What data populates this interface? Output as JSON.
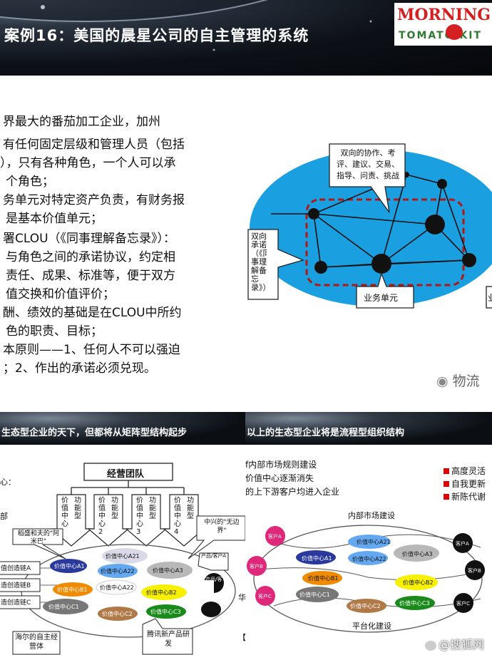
{
  "banner": {
    "title": "案例16：美国的晨星公司的自主管理的系统",
    "logo_top": "MORNING S",
    "logo_bottom": "TOMATO KIT"
  },
  "body_lines": [
    "界最大的番茄加工企业，加州",
    "有任何固定层级和管理人员（包括",
    "），只有各种角色，一个人可以承",
    "个角色；",
    "务单元对特定资产负责，有财务报",
    "是基本价值单元；",
    "署CLOU（《同事理解备忘录》）：",
    "与角色之间的承诺协议，约定相",
    "责任、成果、标准等，便于双方",
    "值交换和价值评价；",
    "酬、绩效的基础是在CLOU中所约",
    "色的职责、目标；",
    "本原则——1、任何人不可以强迫",
    "；2、作出的承诺必须兑现。"
  ],
  "top_diagram": {
    "callout_top": "双向的协作、考评、建议、交易、指导、问责、挑战",
    "callout_left": "双向承诺（《同事理解备忘录》）",
    "callout_bottom": "业务单元",
    "callout_right": "业"
  },
  "watermark_top": "物流",
  "watermark_bottom": "@搜狐网",
  "left_panel": {
    "title": "生态型企业的天下，但都将从矩阵型结构起步",
    "team": "经营团队",
    "columns": [
      {
        "a": "价值中心",
        "b": "功能型"
      },
      {
        "a": "价值中心2",
        "b": "功能型"
      },
      {
        "a": "价值中心3",
        "b": "功能型"
      },
      {
        "a": "价值中心4",
        "b": "功能型"
      }
    ],
    "side_top": [
      "心：",
      "",
      "部"
    ],
    "callout_alibaba": "稻盛和夫的\"阿米巴\"",
    "callout_zte": "中兴的\"无边界\"",
    "chains": [
      "值创造链A",
      "造创造链B",
      "造创造链C"
    ],
    "nodes": [
      "价值中心A1",
      "价值中心A21",
      "价值中心A22",
      "价值中心A3",
      "价值中心B1",
      "价值中心A22",
      "价值中心B2",
      "价值中心C1",
      "价值中心C2",
      "价值中心C3"
    ],
    "products": [
      "产品/客户A",
      "产品/客户B"
    ],
    "haier": "海尔的自主经营体",
    "tencent": "腾讯新产品研发",
    "hua": "华",
    "bracket": "【"
  },
  "right_panel": {
    "title": "以上的生态型企业将是流程型组织结构",
    "lines": [
      "f内部市场规则建设",
      "价值中心逐渐消失",
      "的上下游客户均进入企业"
    ],
    "bullets": [
      "高度灵活",
      "自我更新",
      "新陈代谢"
    ],
    "top_label": "内部市场建设",
    "bottom_label": "平台化建设",
    "nodes": [
      "价值中心A1",
      "价值中心A21",
      "价值中心A22",
      "价值中心A3",
      "价值中心B1",
      "价值中心B2",
      "价值中心C1",
      "价值中心C2",
      "价值中心C3"
    ],
    "customers_left": [
      "客户A",
      "客户B",
      "客户C"
    ],
    "customers_right": [
      "客户A",
      "客户B",
      "客户C"
    ]
  }
}
